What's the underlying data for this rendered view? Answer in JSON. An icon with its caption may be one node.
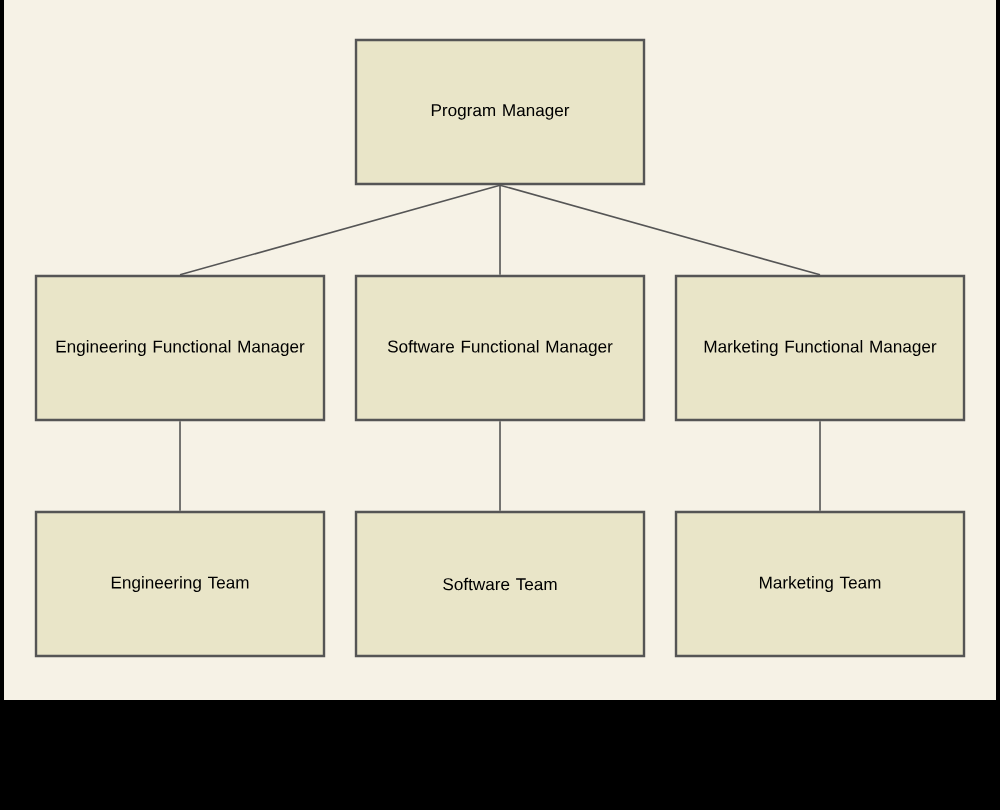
{
  "diagram": {
    "nodes": [
      {
        "text": [
          "Program Manager"
        ]
      },
      {
        "text": [
          "Engineering Functional Manager"
        ]
      },
      {
        "text": [
          "Software Functional Manager"
        ]
      },
      {
        "text": [
          "Marketing Functional Manager"
        ]
      },
      {
        "text": [
          "Engineering Team"
        ]
      },
      {
        "text": [
          "Software Team"
        ]
      },
      {
        "text": [
          "Marketing Team"
        ]
      }
    ],
    "edges": [
      {
        "from": 0,
        "to": 1,
        "arrow": "none"
      },
      {
        "from": 0,
        "to": 2,
        "arrow": "none"
      },
      {
        "from": 0,
        "to": 3,
        "arrow": "none"
      },
      {
        "from": 1,
        "to": 4,
        "arrow": "none"
      },
      {
        "from": 2,
        "to": 5,
        "arrow": "none"
      },
      {
        "from": 3,
        "to": 6,
        "arrow": "none"
      }
    ]
  }
}
